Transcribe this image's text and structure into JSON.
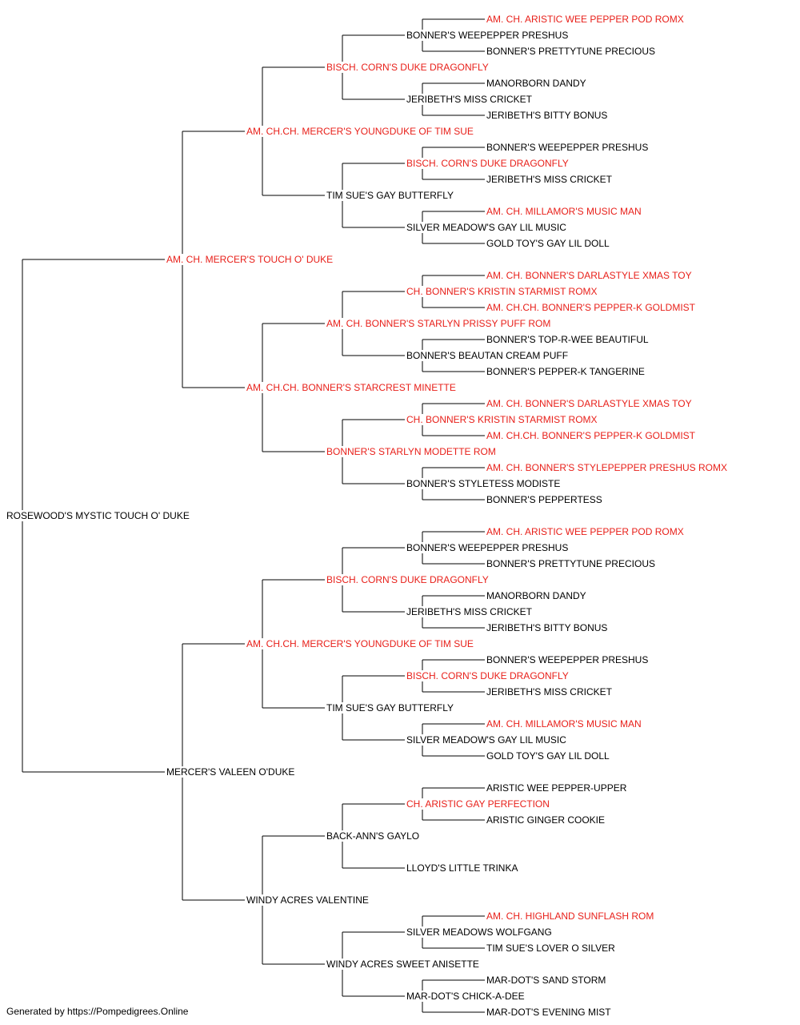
{
  "colors": {
    "champion": "#e8201a",
    "normal": "#000000",
    "line": "#000000"
  },
  "pedigree": {
    "name": "ROSEWOOD'S MYSTIC TOUCH O' DUKE",
    "champion": false,
    "sire": {
      "name": "AM. CH. MERCER'S TOUCH O' DUKE",
      "champion": true,
      "sire": {
        "name": "AM. CH.CH. MERCER'S YOUNGDUKE OF TIM SUE",
        "champion": true,
        "sire": {
          "name": "BISCH. CORN'S DUKE DRAGONFLY",
          "champion": true,
          "sire": {
            "name": "BONNER'S WEEPEPPER PRESHUS",
            "champion": false,
            "sire": {
              "name": "AM. CH. ARISTIC WEE PEPPER POD ROMX",
              "champion": true
            },
            "dam": {
              "name": "BONNER'S PRETTYTUNE PRECIOUS",
              "champion": false
            }
          },
          "dam": {
            "name": "JERIBETH'S MISS CRICKET",
            "champion": false,
            "sire": {
              "name": "MANORBORN DANDY",
              "champion": false
            },
            "dam": {
              "name": "JERIBETH'S BITTY BONUS",
              "champion": false
            }
          }
        },
        "dam": {
          "name": "TIM SUE'S GAY BUTTERFLY",
          "champion": false,
          "sire": {
            "name": "BISCH. CORN'S DUKE DRAGONFLY",
            "champion": true,
            "sire": {
              "name": "BONNER'S WEEPEPPER PRESHUS",
              "champion": false
            },
            "dam": {
              "name": "JERIBETH'S MISS CRICKET",
              "champion": false
            }
          },
          "dam": {
            "name": "SILVER MEADOW'S GAY LIL MUSIC",
            "champion": false,
            "sire": {
              "name": "AM. CH. MILLAMOR'S MUSIC MAN",
              "champion": true
            },
            "dam": {
              "name": "GOLD TOY'S GAY LIL DOLL",
              "champion": false
            }
          }
        }
      },
      "dam": {
        "name": "AM. CH.CH. BONNER'S STARCREST MINETTE",
        "champion": true,
        "sire": {
          "name": "AM. CH. BONNER'S STARLYN PRISSY PUFF ROM",
          "champion": true,
          "sire": {
            "name": "CH. BONNER'S KRISTIN STARMIST ROMX",
            "champion": true,
            "sire": {
              "name": "AM. CH. BONNER'S DARLASTYLE XMAS TOY",
              "champion": true
            },
            "dam": {
              "name": "AM. CH.CH. BONNER'S PEPPER-K GOLDMIST",
              "champion": true
            }
          },
          "dam": {
            "name": "BONNER'S BEAUTAN CREAM PUFF",
            "champion": false,
            "sire": {
              "name": "BONNER'S TOP-R-WEE BEAUTIFUL",
              "champion": false
            },
            "dam": {
              "name": "BONNER'S PEPPER-K TANGERINE",
              "champion": false
            }
          }
        },
        "dam": {
          "name": "BONNER'S STARLYN MODETTE ROM",
          "champion": true,
          "sire": {
            "name": "CH. BONNER'S KRISTIN STARMIST ROMX",
            "champion": true,
            "sire": {
              "name": "AM. CH. BONNER'S DARLASTYLE XMAS TOY",
              "champion": true
            },
            "dam": {
              "name": "AM. CH.CH. BONNER'S PEPPER-K GOLDMIST",
              "champion": true
            }
          },
          "dam": {
            "name": "BONNER'S STYLETESS MODISTE",
            "champion": false,
            "sire": {
              "name": "AM. CH. BONNER'S STYLEPEPPER PRESHUS ROMX",
              "champion": true
            },
            "dam": {
              "name": "BONNER'S PEPPERTESS",
              "champion": false
            }
          }
        }
      }
    },
    "dam": {
      "name": "MERCER'S VALEEN O'DUKE",
      "champion": false,
      "sire": {
        "name": "AM. CH.CH. MERCER'S YOUNGDUKE OF TIM SUE",
        "champion": true,
        "sire": {
          "name": "BISCH. CORN'S DUKE DRAGONFLY",
          "champion": true,
          "sire": {
            "name": "BONNER'S WEEPEPPER PRESHUS",
            "champion": false,
            "sire": {
              "name": "AM. CH. ARISTIC WEE PEPPER POD ROMX",
              "champion": true
            },
            "dam": {
              "name": "BONNER'S PRETTYTUNE PRECIOUS",
              "champion": false
            }
          },
          "dam": {
            "name": "JERIBETH'S MISS CRICKET",
            "champion": false,
            "sire": {
              "name": "MANORBORN DANDY",
              "champion": false
            },
            "dam": {
              "name": "JERIBETH'S BITTY BONUS",
              "champion": false
            }
          }
        },
        "dam": {
          "name": "TIM SUE'S GAY BUTTERFLY",
          "champion": false,
          "sire": {
            "name": "BISCH. CORN'S DUKE DRAGONFLY",
            "champion": true,
            "sire": {
              "name": "BONNER'S WEEPEPPER PRESHUS",
              "champion": false
            },
            "dam": {
              "name": "JERIBETH'S MISS CRICKET",
              "champion": false
            }
          },
          "dam": {
            "name": "SILVER MEADOW'S GAY LIL MUSIC",
            "champion": false,
            "sire": {
              "name": "AM. CH. MILLAMOR'S MUSIC MAN",
              "champion": true
            },
            "dam": {
              "name": "GOLD TOY'S GAY LIL DOLL",
              "champion": false
            }
          }
        }
      },
      "dam": {
        "name": "WINDY ACRES VALENTINE",
        "champion": false,
        "sire": {
          "name": "BACK-ANN'S GAYLO",
          "champion": false,
          "sire": {
            "name": "CH. ARISTIC GAY PERFECTION",
            "champion": true,
            "sire": {
              "name": "ARISTIC WEE PEPPER-UPPER",
              "champion": false
            },
            "dam": {
              "name": "ARISTIC GINGER COOKIE",
              "champion": false
            }
          },
          "dam": {
            "name": "LLOYD'S LITTLE TRINKA",
            "champion": false
          }
        },
        "dam": {
          "name": "WINDY ACRES SWEET ANISETTE",
          "champion": false,
          "sire": {
            "name": "SILVER MEADOWS WOLFGANG",
            "champion": false,
            "sire": {
              "name": "AM. CH. HIGHLAND SUNFLASH ROM",
              "champion": true
            },
            "dam": {
              "name": "TIM SUE'S LOVER O SILVER",
              "champion": false
            }
          },
          "dam": {
            "name": "MAR-DOT'S CHICK-A-DEE",
            "champion": false,
            "sire": {
              "name": "MAR-DOT'S SAND STORM",
              "champion": false
            },
            "dam": {
              "name": "MAR-DOT'S EVENING MIST",
              "champion": false
            }
          }
        }
      }
    }
  },
  "footer": {
    "text": "Generated by https://Pompedigrees.Online"
  }
}
